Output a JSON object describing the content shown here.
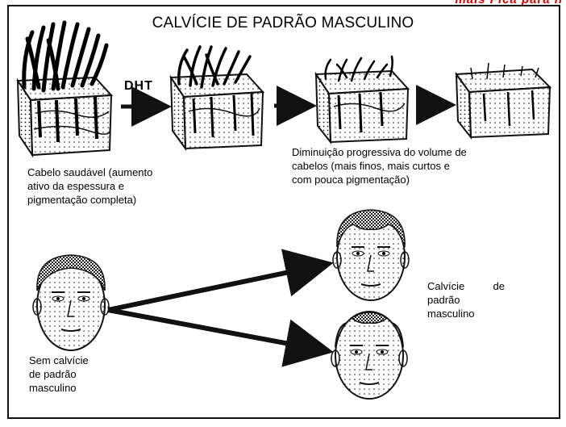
{
  "header_overflow": "mais Fica para h",
  "title": "CALVÍCIE DE PADRÃO MASCULINO",
  "dht_label": "DHT",
  "captions": {
    "healthy_hair": [
      "Cabelo saudável (aumento",
      "ativo da espessura e",
      "pigmentação completa)"
    ],
    "progressive": [
      "Diminuição progressiva do volume de",
      "cabelos (mais finos, mais curtos e",
      "com pouca pigmentação)"
    ],
    "no_baldness": [
      "Sem calvície",
      "de padrão",
      "masculino"
    ],
    "baldness": [
      "Calvície de",
      "padrão",
      "masculino"
    ]
  }
}
